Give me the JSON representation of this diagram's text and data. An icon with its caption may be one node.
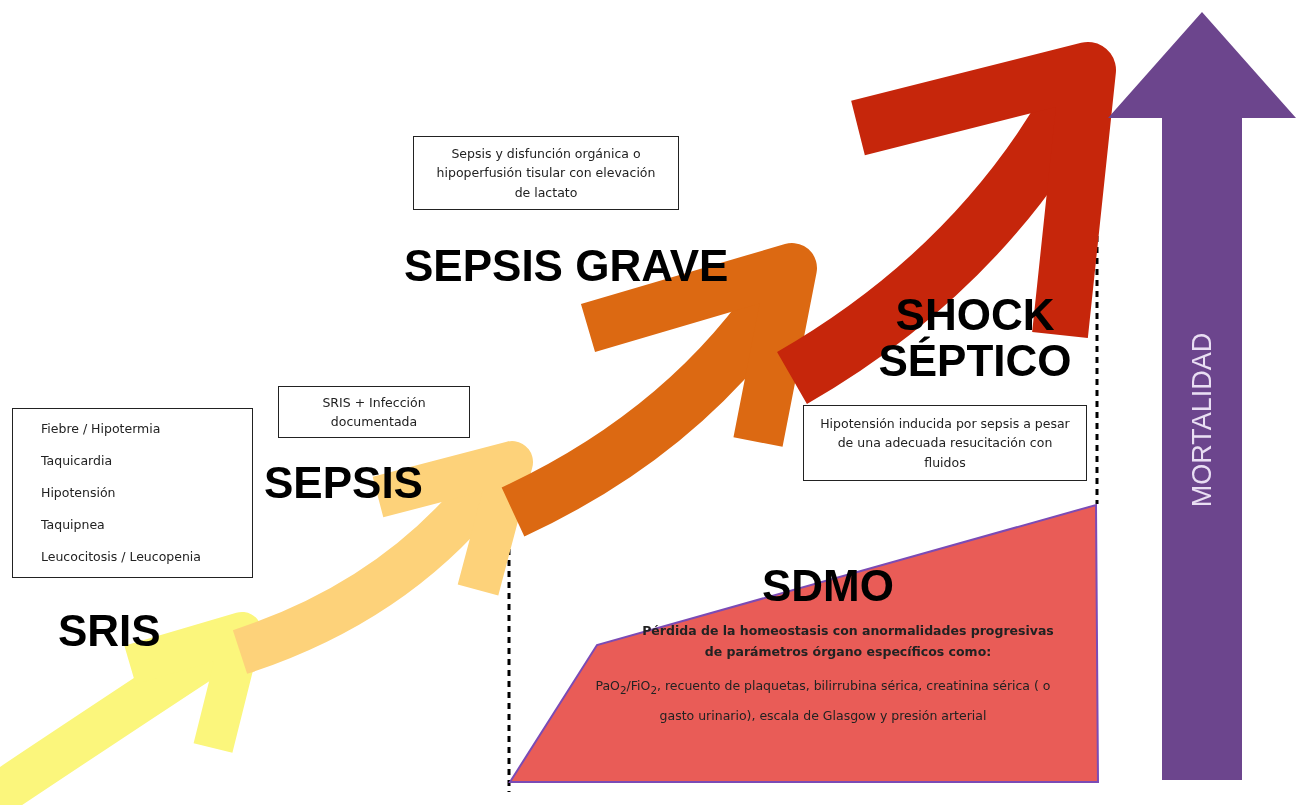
{
  "diagram": {
    "nodes": [
      {
        "text": [
          "Fiebre / Hipotermia",
          "Taquicardia",
          "Hipotensión",
          "Taquipnea",
          "Leucocitosis / Leucopenia"
        ]
      },
      {
        "text": [
          "SRIS + Infección documentada"
        ]
      },
      {
        "text": [
          "Sepsis y disfunción orgánica o hipoperfusión tisular con elevación de lactato"
        ]
      },
      {
        "text": [
          "Hipotensión inducida por sepsis a pesar de una adecuada resucitación con fluidos"
        ]
      },
      {
        "text": [
          "SDMO",
          "Pérdida de la homeostasis con anormalidades progresivas de parámetros órgano específicos como:",
          "PaO$_{2}$/FiO$_{2}$, recuento de plaquetas, bilirrubina sérica, creatinina sérica ( o gasto urinario), escala de Glasgow y presión arterial"
        ]
      },
      {
        "text": [
          "MORTALIDAD"
        ]
      }
    ],
    "labels": [
      "SRIS",
      "SEPSIS",
      "SEPSIS GRAVE",
      "SHOCK SÉPTICO"
    ]
  }
}
